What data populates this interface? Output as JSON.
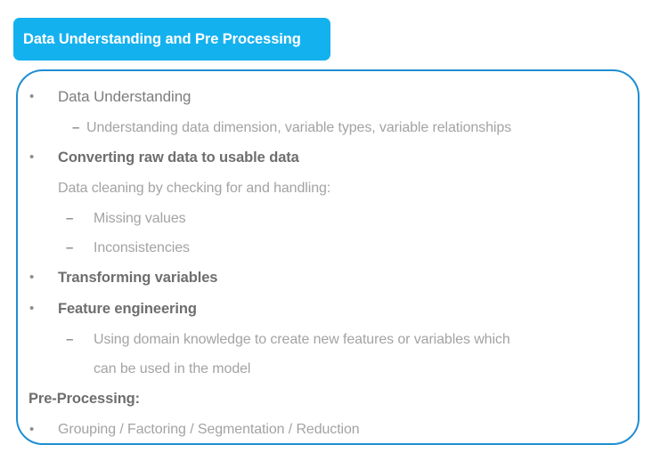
{
  "slide": {
    "title": "Data Understanding and Pre Processing",
    "accent_badge_color": "#14b1ef",
    "accent_border_color": "#1e8ed2",
    "badge_text_color": "#ffffff",
    "text_color_strong": "#6e6e6e",
    "text_color_light": "#a3a3a3"
  },
  "markers": {
    "bullet": "•",
    "dash": "–"
  },
  "content": {
    "items": [
      {
        "id": "data-understanding",
        "level": 1,
        "style": "head",
        "marker": "bullet",
        "text": "Data Understanding"
      },
      {
        "id": "understanding-detail",
        "level": 2,
        "style": "light",
        "marker": "dash",
        "text": "Understanding data dimension, variable types, variable relationships"
      },
      {
        "id": "converting-raw-data",
        "level": 1,
        "style": "strong",
        "marker": "bullet",
        "text": "Converting raw data to usable data"
      },
      {
        "id": "data-cleaning",
        "level": 1,
        "style": "light",
        "marker": "none",
        "text": "Data cleaning by checking for and handling:"
      },
      {
        "id": "missing-values",
        "level": 2,
        "style": "light",
        "marker": "dash",
        "text": "Missing values"
      },
      {
        "id": "inconsistencies",
        "level": 2,
        "style": "light",
        "marker": "dash",
        "text": "Inconsistencies"
      },
      {
        "id": "transforming-variables",
        "level": 1,
        "style": "strong",
        "marker": "bullet",
        "text": "Transforming variables"
      },
      {
        "id": "feature-engineering",
        "level": 1,
        "style": "strong",
        "marker": "bullet",
        "text": "Feature engineering"
      },
      {
        "id": "feature-engineering-detail",
        "level": 2,
        "style": "light",
        "marker": "dash",
        "text": "Using domain knowledge to create new features or variables which"
      },
      {
        "id": "feature-engineering-cont",
        "level": 2,
        "style": "light",
        "marker": "none",
        "text": "can be used in the model"
      },
      {
        "id": "pre-processing",
        "level": 0,
        "style": "strong",
        "marker": "none",
        "text": "Pre-Processing:"
      },
      {
        "id": "grouping-factoring",
        "level": 1,
        "style": "light",
        "marker": "bullet",
        "text": "Grouping / Factoring / Segmentation / Reduction"
      }
    ]
  }
}
